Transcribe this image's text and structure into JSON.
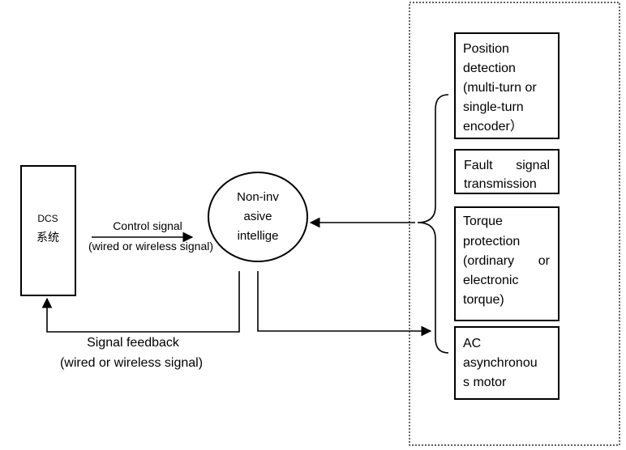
{
  "dcs": {
    "line1": "DCS",
    "line2": "系统"
  },
  "control_signal": {
    "line1": "Control signal",
    "line2": "(wired or wireless signal)"
  },
  "feedback_signal": {
    "line1": "Signal feedback",
    "line2": "(wired or wireless signal)"
  },
  "actuator": {
    "line1": "Non-inv",
    "line2": "asive",
    "line3": "intellige"
  },
  "position_detection": {
    "line1": "Position",
    "line2": "detection",
    "line3": "(multi-turn or",
    "line4": "single-turn",
    "line5": "encoder）"
  },
  "fault_signal": {
    "line1_a": "Fault",
    "line1_b": "signal",
    "line2": "transmission"
  },
  "torque_protection": {
    "line1": "Torque",
    "line2": "protection",
    "line3_a": "(ordinary",
    "line3_b": "or",
    "line4": "electronic",
    "line5": "torque)"
  },
  "ac_motor": {
    "line1": "AC",
    "line2": "asynchronou",
    "line3": "s motor"
  }
}
